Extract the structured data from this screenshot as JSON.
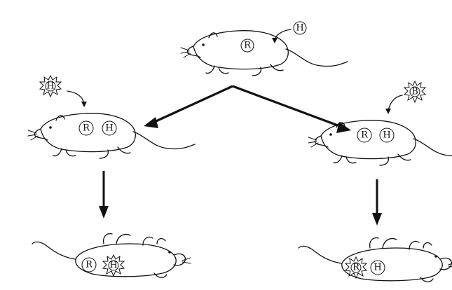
{
  "rats": [
    {
      "id": "top",
      "labels": [
        "R"
      ],
      "incoming": "H",
      "incoming_style": "circle"
    },
    {
      "id": "left-upright",
      "labels": [
        "R",
        "H"
      ],
      "incoming": "H",
      "incoming_style": "starburst"
    },
    {
      "id": "right-upright",
      "labels": [
        "R",
        "H"
      ],
      "incoming": "B",
      "incoming_style": "starburst"
    },
    {
      "id": "left-dead",
      "labels": [
        "R",
        "H"
      ],
      "active": "H"
    },
    {
      "id": "right-dead",
      "labels": [
        "R",
        "H"
      ],
      "active": "R"
    }
  ],
  "colors": {
    "ink": "#111111",
    "background": "#ffffff"
  }
}
